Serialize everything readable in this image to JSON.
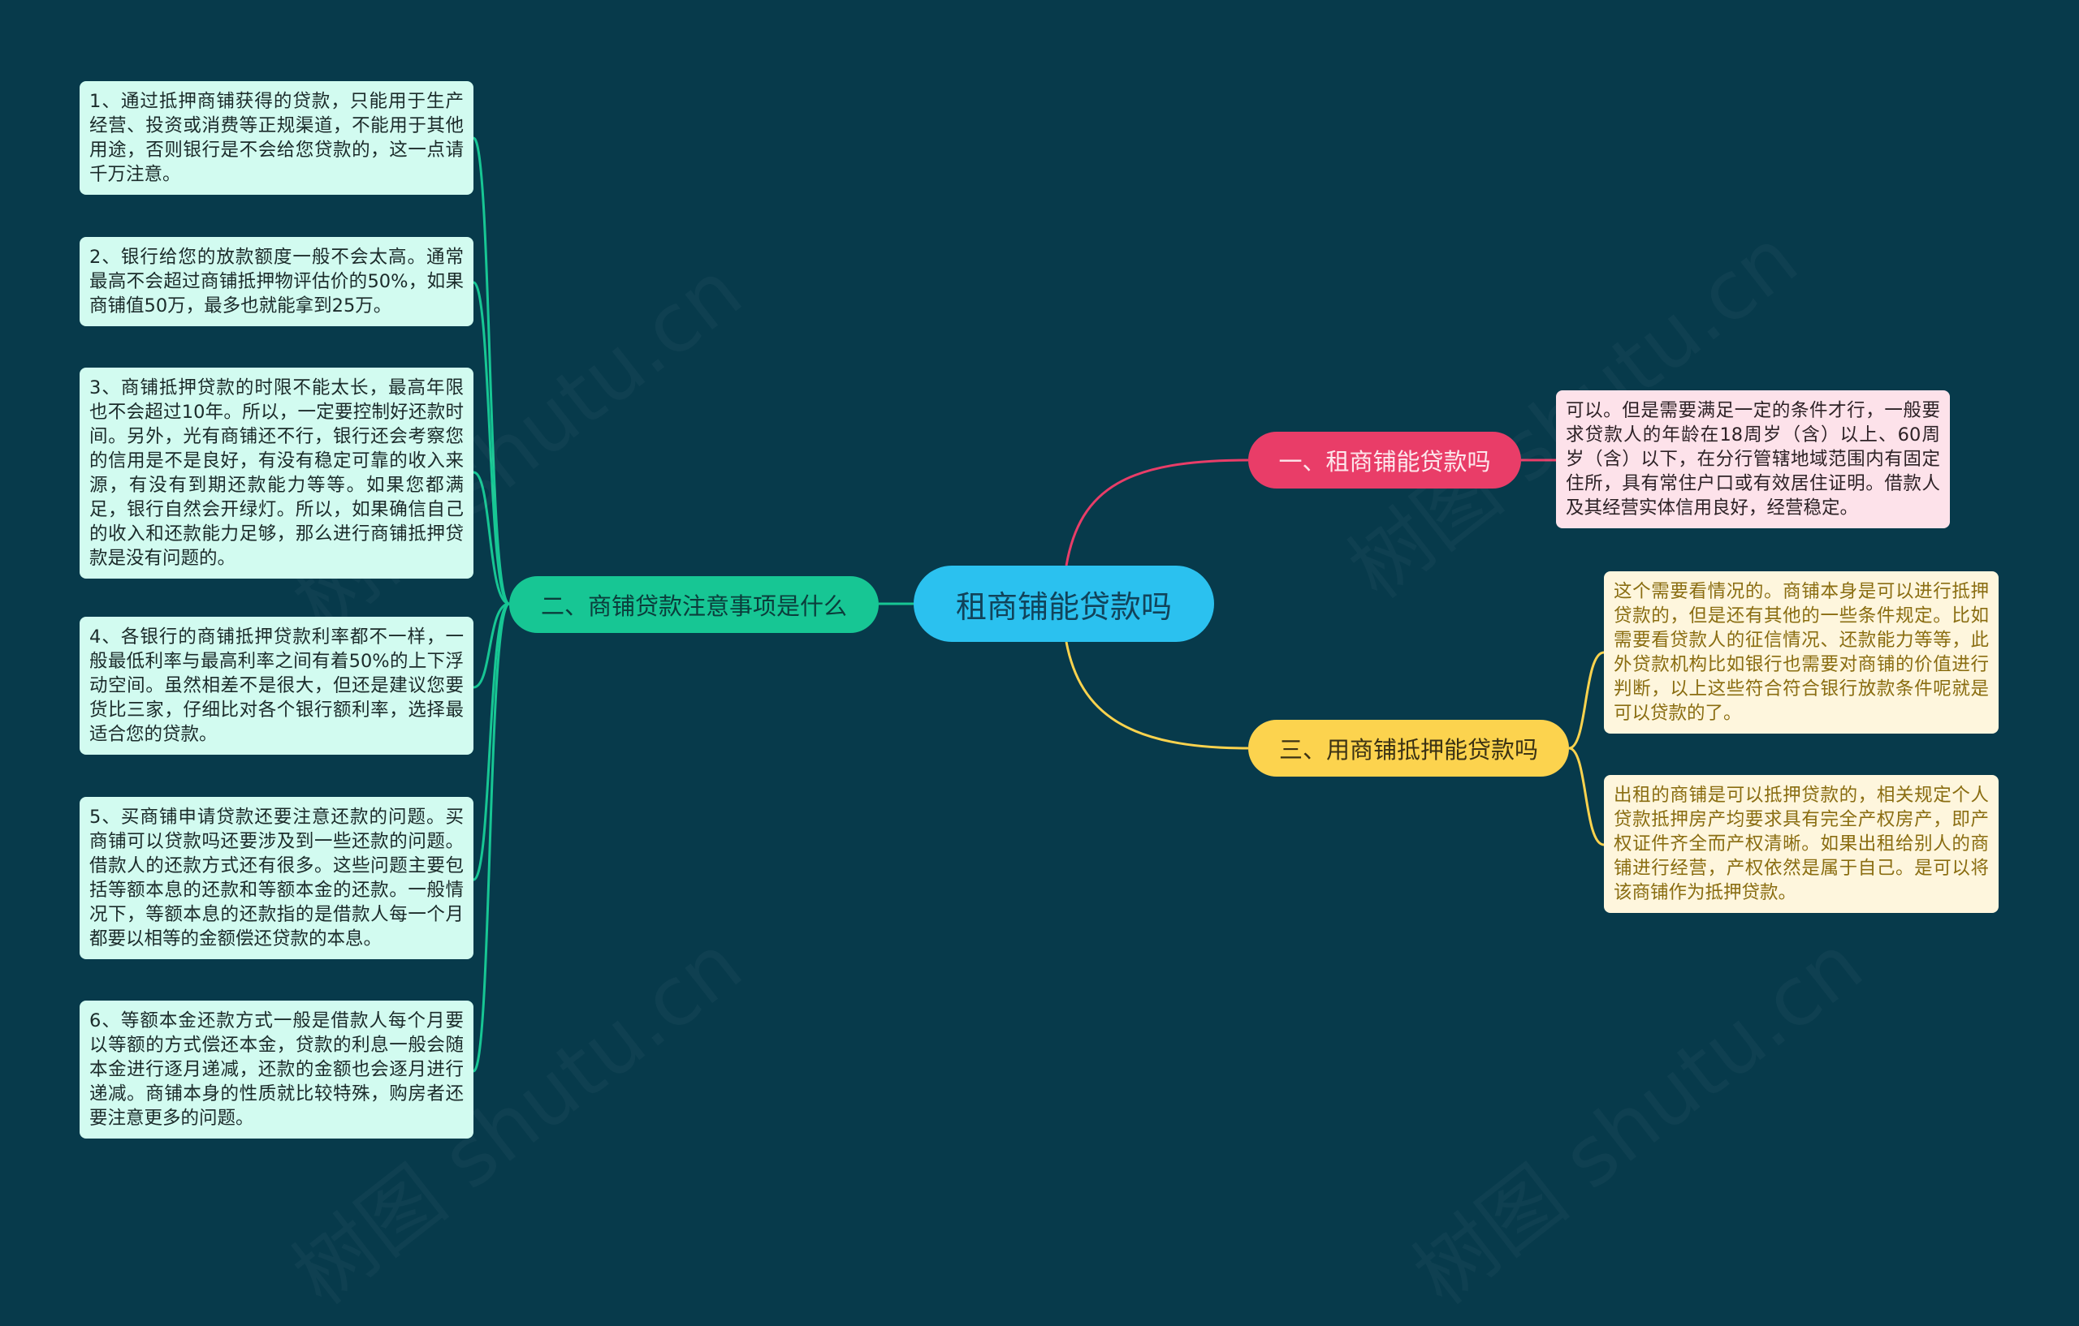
{
  "root": {
    "label": "租商铺能贷款吗"
  },
  "branches": [
    {
      "label": "一、租商铺能贷款吗",
      "color": "#e93d68"
    },
    {
      "label": "二、商铺贷款注意事项是什么",
      "color": "#17c694"
    },
    {
      "label": "三、用商铺抵押能贷款吗",
      "color": "#fcd34e"
    }
  ],
  "left_leaves": [
    {
      "text": "1、通过抵押商铺获得的贷款，只能用于生产经营、投资或消费等正规渠道，不能用于其他用途，否则银行是不会给您贷款的，这一点请千万注意。"
    },
    {
      "text": "2、银行给您的放款额度一般不会太高。通常最高不会超过商铺抵押物评估价的50%，如果商铺值50万，最多也就能拿到25万。"
    },
    {
      "text": "3、商铺抵押贷款的时限不能太长，最高年限也不会超过10年。所以，一定要控制好还款时间。另外，光有商铺还不行，银行还会考察您的信用是不是良好，有没有稳定可靠的收入来源，有没有到期还款能力等等。如果您都满足，银行自然会开绿灯。所以，如果确信自己的收入和还款能力足够，那么进行商铺抵押贷款是没有问题的。"
    },
    {
      "text": "4、各银行的商铺抵押贷款利率都不一样，一般最低利率与最高利率之间有着50%的上下浮动空间。虽然相差不是很大，但还是建议您要货比三家，仔细比对各个银行额利率，选择最适合您的贷款。"
    },
    {
      "text": "5、买商铺申请贷款还要注意还款的问题。买商铺可以贷款吗还要涉及到一些还款的问题。借款人的还款方式还有很多。这些问题主要包括等额本息的还款和等额本金的还款。一般情况下，等额本息的还款指的是借款人每一个月都要以相等的金额偿还贷款的本息。"
    },
    {
      "text": "6、等额本金还款方式一般是借款人每个月要以等额的方式偿还本金，贷款的利息一般会随本金进行逐月递减，还款的金额也会逐月进行递减。商铺本身的性质就比较特殊，购房者还要注意更多的问题。"
    }
  ],
  "pink_leaf": {
    "text": "可以。但是需要满足一定的条件才行，一般要求贷款人的年龄在18周岁（含）以上、60周岁（含）以下，在分行管辖地域范围内有固定住所，具有常住户口或有效居住证明。借款人及其经营实体信用良好，经营稳定。"
  },
  "yellow_leaves": [
    {
      "text": "这个需要看情况的。商铺本身是可以进行抵押贷款的，但是还有其他的一些条件规定。比如需要看贷款人的征信情况、还款能力等等，此外贷款机构比如银行也需要对商铺的价值进行判断，以上这些符合符合银行放款条件呢就是可以贷款的了。"
    },
    {
      "text": "出租的商铺是可以抵押贷款的，相关规定个人贷款抵押房产均要求具有完全产权房产，即产权证件齐全而产权清晰。如果出租给别人的商铺进行经营，产权依然是属于自己。是可以将该商铺作为抵押贷款。"
    }
  ],
  "watermark": "树图 shutu.cn"
}
